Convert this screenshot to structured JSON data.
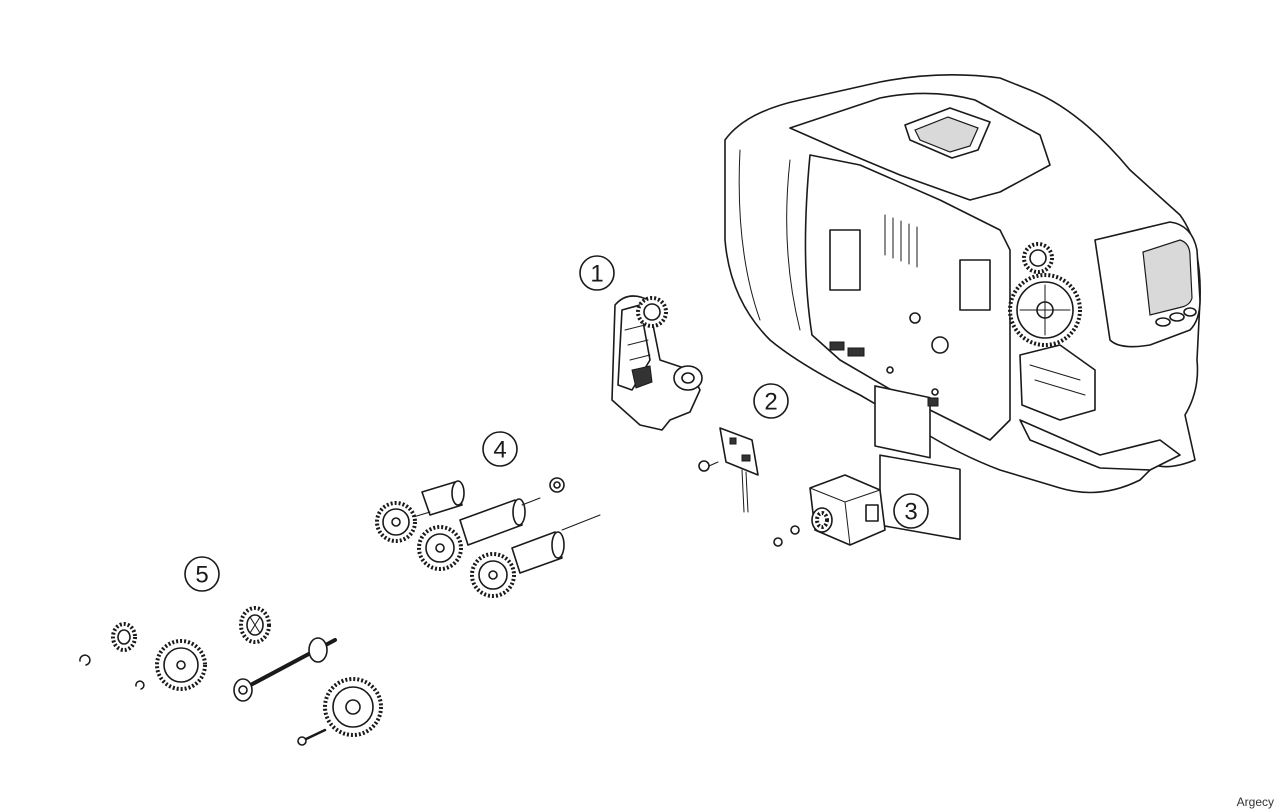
{
  "callouts": [
    "1",
    "2",
    "3",
    "4",
    "5"
  ],
  "watermark": "Argecy"
}
